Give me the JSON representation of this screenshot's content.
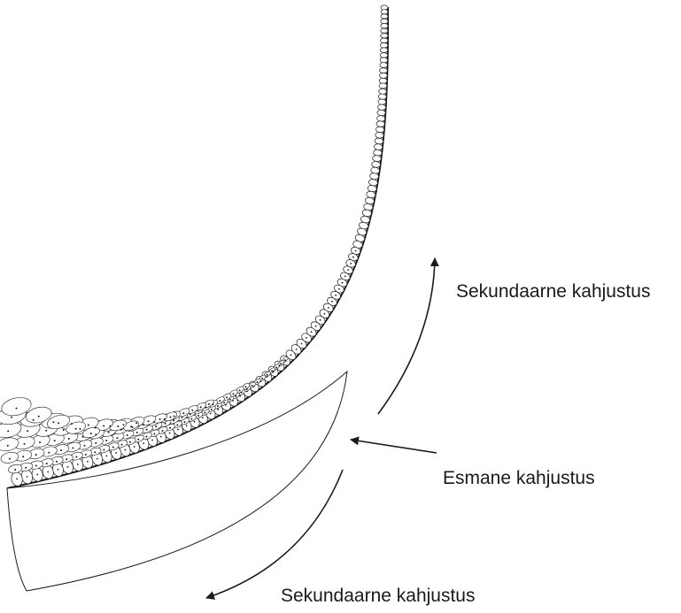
{
  "labels": {
    "secondary_upper": "Sekundaarne kahjustus",
    "primary": "Esmane kahjustus",
    "secondary_lower": "Sekundaarne kahjustus"
  },
  "colors": {
    "ink": "#1a1a1a",
    "background": "#ffffff"
  }
}
